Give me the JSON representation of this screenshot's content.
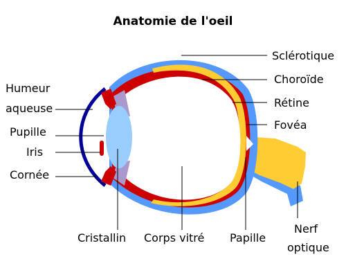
{
  "title": "Anatomie de l'oeil",
  "labels": {
    "sclerotique": "Sclérotique",
    "choroide": "Choroïde",
    "retine": "Rétine",
    "fovea": "Fovéa",
    "humeur_line1": "Humeur",
    "humeur_line2": "aqueuse",
    "pupille": "Pupille",
    "iris": "Iris",
    "cornee": "Cornée",
    "cristallin": "Cristallin",
    "corps_vitre": "Corps vitré",
    "papille": "Papille",
    "nerf_line1": "Nerf",
    "nerf_line2": "optique"
  },
  "colors": {
    "sclera": "#5599ff",
    "choroid": "#cc0000",
    "retina": "#ffcc33",
    "cornea": "#000099",
    "lens": "#99ccff",
    "ciliary": "#aa99cc"
  }
}
